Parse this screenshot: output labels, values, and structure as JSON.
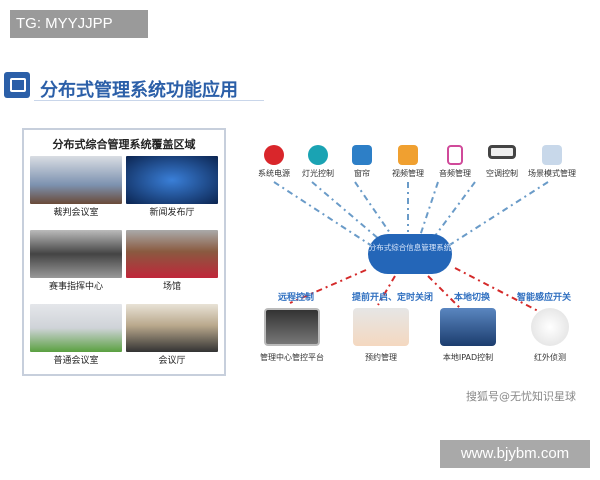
{
  "watermark_tg": "TG: MYYJJPP",
  "title": "分布式管理系统功能应用",
  "panel": {
    "title": "分布式综合管理系统覆盖区域",
    "areas": [
      "裁判会议室",
      "新闻发布厅",
      "赛事指挥中心",
      "场馆",
      "普通会议室",
      "会议厅"
    ]
  },
  "diagram": {
    "center": "分布式综合信息管理系统",
    "top_items": [
      {
        "label": "系统电源",
        "icon": "power-icon",
        "color": "#d9262b"
      },
      {
        "label": "灯光控制",
        "icon": "lightbulb-icon",
        "color": "#1aa3b3"
      },
      {
        "label": "窗帘",
        "icon": "curtain-icon",
        "color": "#2d7fc7"
      },
      {
        "label": "视频管理",
        "icon": "video-icon",
        "color": "#f0a030"
      },
      {
        "label": "音频管理",
        "icon": "audio-file-icon",
        "color": "#d04a9a"
      },
      {
        "label": "空调控制",
        "icon": "air-conditioner-icon",
        "color": "#444444"
      },
      {
        "label": "场景模式管理",
        "icon": "scene-icon",
        "color": "#7aa0c8"
      }
    ],
    "links": [
      "远程控制",
      "提前开启、定时关闭",
      "本地切换",
      "智能感应开关"
    ],
    "bottom_items": [
      "管理中心管控平台",
      "预约管理",
      "本地IPAD控制",
      "红外侦测"
    ]
  },
  "watermark_sohu": "搜狐号@无忧知识星球",
  "watermark_site": "www.bjybm.com"
}
